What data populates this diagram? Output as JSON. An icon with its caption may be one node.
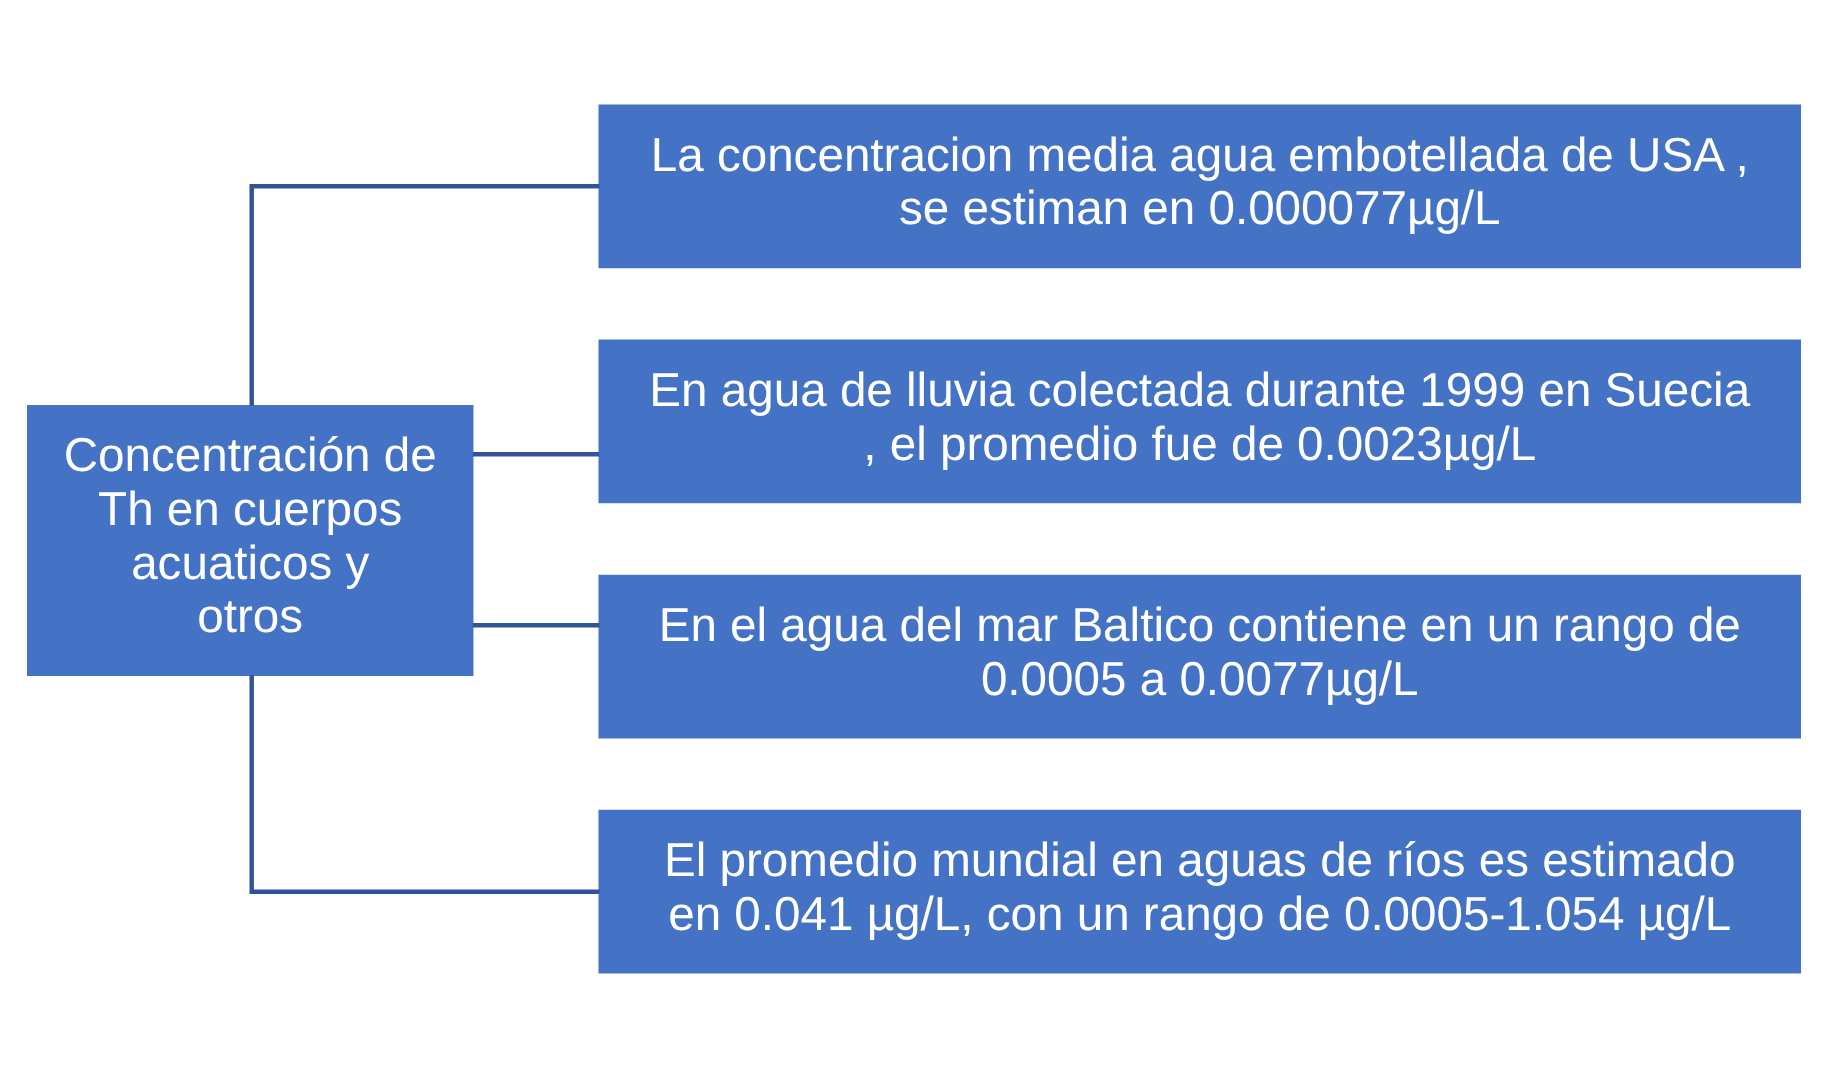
{
  "diagram": {
    "nodes": [
      {
        "text": [
          "Concentración de Th en cuerpos acuaticos y otros"
        ]
      },
      {
        "text": [
          "La concentracion media agua embotellada de USA , se estiman en 0.000077µg/L"
        ]
      },
      {
        "text": [
          "En agua de lluvia colectada durante 1999 en Suecia , el promedio fue de 0.0023µg/L"
        ]
      },
      {
        "text": [
          "En el agua del mar Baltico contiene en un rango de 0.0005 a 0.0077µg/L"
        ]
      },
      {
        "text": [
          "El promedio mundial en aguas de ríos es estimado en 0.041 µg/L, con un rango de 0.0005-1.054 µg/L"
        ]
      }
    ],
    "edges": [
      {
        "from": 0,
        "to": 1,
        "arrow": "none"
      },
      {
        "from": 0,
        "to": 2,
        "arrow": "none"
      },
      {
        "from": 0,
        "to": 3,
        "arrow": "none"
      },
      {
        "from": 0,
        "to": 4,
        "arrow": "none"
      }
    ]
  }
}
